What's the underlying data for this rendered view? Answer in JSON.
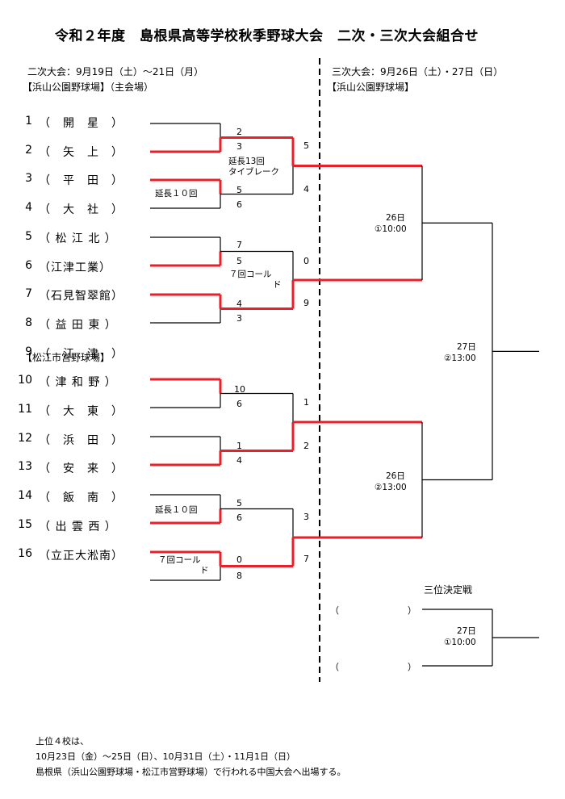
{
  "title": "令和２年度　島根県高等学校秋季野球大会　二次・三次大会組合せ",
  "second": {
    "header": "二次大会：9月19日（土）～21日（月）",
    "venue1": "【浜山公園野球場】（主会場）",
    "venue2": "【松江市営野球場】"
  },
  "third": {
    "header": "三次大会：9月26日（土）・27日（日）",
    "venue": "【浜山公園野球場】"
  },
  "teams": [
    {
      "num": "1",
      "name": "（　開　星　）"
    },
    {
      "num": "2",
      "name": "（　矢　上　）"
    },
    {
      "num": "3",
      "name": "（　平　田　）"
    },
    {
      "num": "4",
      "name": "（　大　社　）"
    },
    {
      "num": "5",
      "name": "（ 松 江 北 ）"
    },
    {
      "num": "6",
      "name": "（江津工業）"
    },
    {
      "num": "7",
      "name": "（石見智翠館）"
    },
    {
      "num": "8",
      "name": "（ 益 田 東 ）"
    },
    {
      "num": "9",
      "name": "（　江　津　）"
    },
    {
      "num": "10",
      "name": "（ 津 和 野 ）"
    },
    {
      "num": "11",
      "name": "（　大　東　）"
    },
    {
      "num": "12",
      "name": "（　浜　田　）"
    },
    {
      "num": "13",
      "name": "（　安　来　）"
    },
    {
      "num": "14",
      "name": "（　飯　南　）"
    },
    {
      "num": "15",
      "name": "（ 出 雲 西 ）"
    },
    {
      "num": "16",
      "name": "（立正大淞南）"
    }
  ],
  "r1_scores": [
    "2",
    "3",
    "5",
    "6",
    "7",
    "5",
    "4",
    "3",
    "10",
    "6",
    "1",
    "4",
    "5",
    "6",
    "0",
    "8"
  ],
  "r2_scores": [
    "5",
    "4",
    "0",
    "9",
    "1",
    "2",
    "3",
    "7"
  ],
  "notes": {
    "m2": "延長１０回",
    "qf1_a": "延長13回",
    "qf1_b": "タイブレーク",
    "qf2_a": "７回コール",
    "qf2_b": "ド",
    "m7": "延長１０回",
    "m8_a": "７回コール",
    "m8_b": "ド"
  },
  "third_round": {
    "sf1_a": "26日",
    "sf1_b": "①10:00",
    "sf2_a": "26日",
    "sf2_b": "②13:00",
    "final_a": "27日",
    "final_b": "②13:00",
    "third_label": "三位決定戦",
    "third_a": "27日",
    "third_b": "①10:00",
    "slot_open": "（",
    "slot_close": "）"
  },
  "footer": {
    "line1": "上位４校は、",
    "line2": "10月23日（金）～25日（日）、10月31日（土）・11月1日（日）",
    "line3": "島根県（浜山公園野球場・松江市営野球場）で行われる中国大会へ出場する。"
  },
  "colors": {
    "winner": "#e8202a",
    "loser": "#000000"
  }
}
